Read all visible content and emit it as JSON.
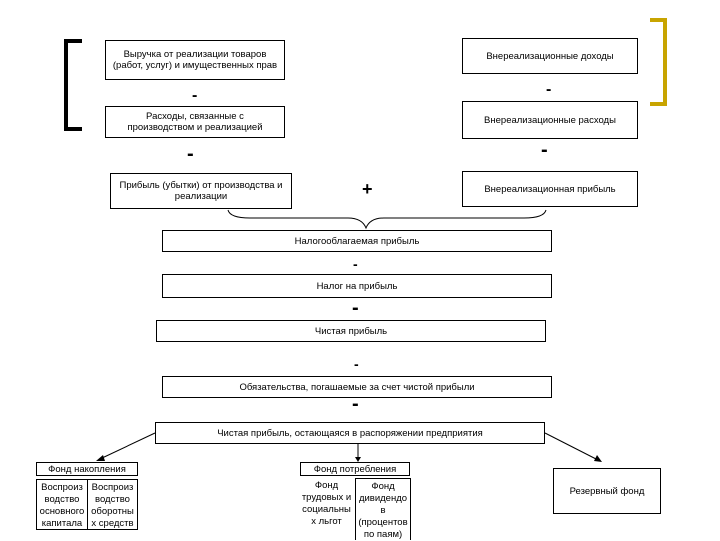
{
  "left": {
    "revenue": "Выручка от реализации товаров (работ, услуг) и имущественных прав",
    "expenses": "Расходы, связанные с производством и реализацией",
    "profit": "Прибыль (убытки) от производства и реализации"
  },
  "right": {
    "income": "Внереализационные доходы",
    "expenses": "Внереализационные расходы",
    "profit": "Внереализационная прибыль"
  },
  "operators": {
    "minus": "-",
    "plus": "+"
  },
  "chain": {
    "taxable_profit": "Налогооблагаемая прибыль",
    "tax": "Налог на прибыль",
    "net_profit": "Чистая прибыль",
    "obligations": "Обязательства, погашаемые за счет чистой прибыли",
    "retained": "Чистая прибыль, остающаяся в распоряжении предприятия"
  },
  "funds": {
    "accumulation": {
      "title": "Фонд накопления",
      "col1": [
        "Воспроиз",
        "водство",
        "основного",
        "капитала"
      ],
      "col2": [
        "Воспроиз",
        "водство",
        "оборотны",
        "х средств"
      ]
    },
    "consumption": {
      "title": "Фонд потребления",
      "col1": [
        "Фонд",
        "трудовых и",
        "социальны",
        "х льгот"
      ],
      "col2": [
        "Фонд",
        "дивидендо",
        "в",
        "(процентов",
        "по паям)"
      ]
    },
    "reserve": "Резервный фонд"
  },
  "colors": {
    "bracket_left": "#000000",
    "bracket_right": "#c8a400"
  }
}
